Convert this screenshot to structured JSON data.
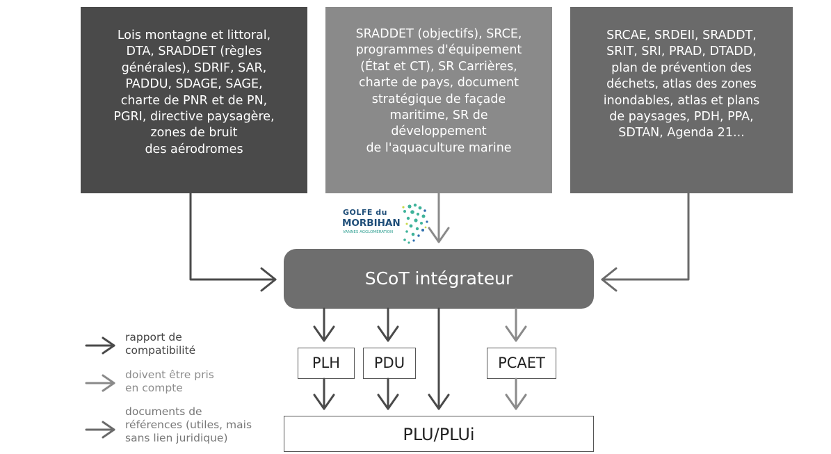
{
  "boxes": {
    "left": "Lois montagne et littoral,\nDTA, SRADDET (règles\ngénérales), SDRIF, SAR,\nPADDU, SDAGE, SAGE,\ncharte de PNR et de PN,\nPGRI, directive paysagère,\nzones de bruit\ndes aérodromes",
    "middle": "SRADDET (objectifs), SRCE,\nprogrammes d'équipement\n(État et CT), SR Carrières,\ncharte de pays, document\nstratégique de façade\nmaritime, SR de\ndéveloppement\nde l'aquaculture marine",
    "right": "SRCAE, SRDEII, SRADDT,\nSRIT, SRI, PRAD, DTADD,\nplan de prévention des\ndéchets, atlas des zones\ninondables, atlas et plans\nde paysages, PDH, PPA,\nSDTAN, Agenda 21..."
  },
  "center": {
    "scot": "SCoT intégrateur"
  },
  "documents": {
    "plh": "PLH",
    "pdu": "PDU",
    "pcaet": "PCAET",
    "plu": "PLU/PLUi"
  },
  "legend": {
    "compatibility": "rapport de\ncompatibilité",
    "take_into_account": "doivent être pris\nen compte",
    "references": "documents de\nréférences (utiles, mais\nsans lien juridique)"
  },
  "logo": {
    "line1": "GOLFE du",
    "line2": "MORBIHAN",
    "line3": "VANNES AGGLOMÉRATION"
  },
  "colors": {
    "compatibility": "#4a4a4a",
    "take_into_account": "#8a8a8a",
    "reference": "#6a6a6a"
  }
}
